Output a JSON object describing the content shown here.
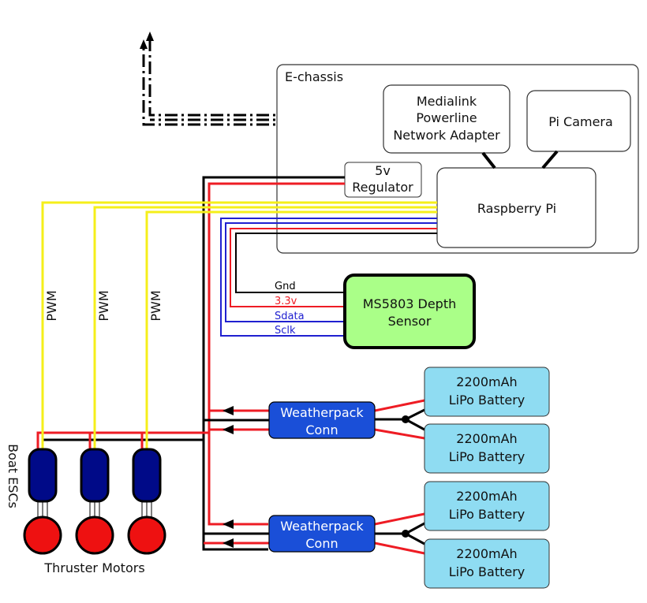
{
  "colors": {
    "ground": "#000000",
    "power": "#ee1c24",
    "pwm": "#f5ef1a",
    "signal": "#2020d0",
    "sensor_fill": "#aaff88",
    "battery_fill": "#8fdcf2",
    "connector_fill": "#1a4fd8",
    "esc_fill": "#000a88",
    "motor_fill": "#ee1111"
  },
  "chassis": {
    "label": "E-chassis"
  },
  "medialink": {
    "lines": [
      "Medialink",
      "Powerline",
      "Network Adapter"
    ]
  },
  "camera": {
    "label": "Pi Camera"
  },
  "regulator": {
    "lines": [
      "5v",
      "Regulator"
    ]
  },
  "raspberry_pi": {
    "label": "Raspberry Pi"
  },
  "depth_sensor": {
    "lines": [
      "MS5803 Depth",
      "Sensor"
    ]
  },
  "sensor_wires": {
    "gnd": "Gnd",
    "v33": "3.3v",
    "sdata": "Sdata",
    "sclk": "Sclk"
  },
  "pwm_labels": [
    "PWM",
    "PWM",
    "PWM"
  ],
  "connectors": [
    {
      "lines": [
        "Weatherpack",
        "Conn"
      ]
    },
    {
      "lines": [
        "Weatherpack",
        "Conn"
      ]
    }
  ],
  "batteries": [
    {
      "lines": [
        "2200mAh",
        "LiPo Battery"
      ]
    },
    {
      "lines": [
        "2200mAh",
        "LiPo Battery"
      ]
    },
    {
      "lines": [
        "2200mAh",
        "LiPo Battery"
      ]
    },
    {
      "lines": [
        "2200mAh",
        "LiPo Battery"
      ]
    }
  ],
  "esc_label": "Boat ESCs",
  "motors_label": "Thruster Motors"
}
